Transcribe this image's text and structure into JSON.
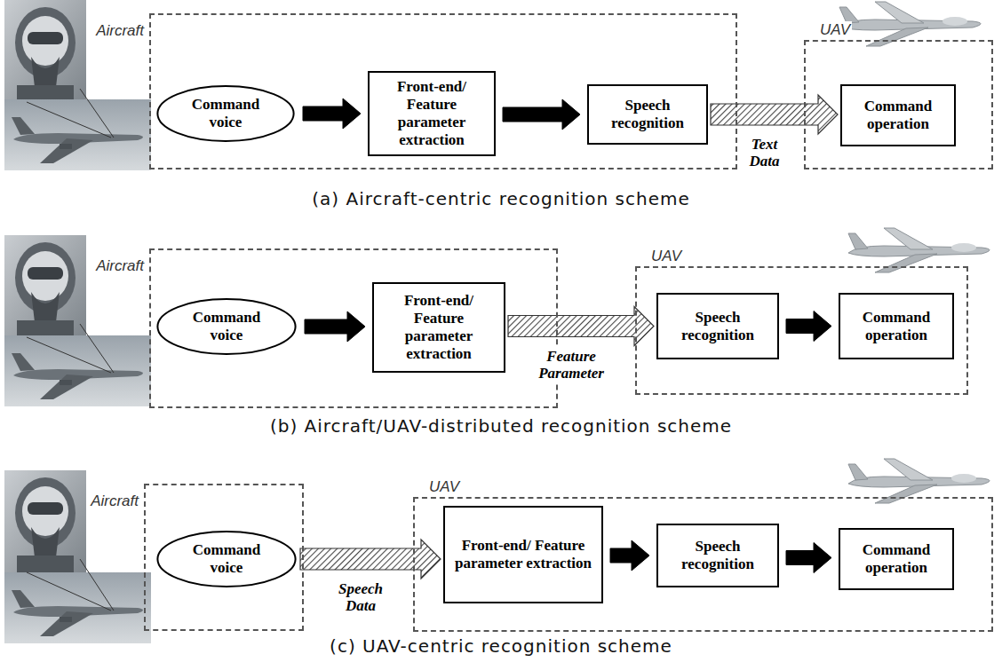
{
  "diagram": {
    "nodes": [
      {
        "text": [
          "Aircraft"
        ]
      },
      {
        "text": [
          "Command voice"
        ],
        "in": 0
      },
      {
        "text": [
          "Front-end/ Feature parameter extraction"
        ],
        "in": 0
      },
      {
        "text": [
          "Speech recognition"
        ],
        "in": 0
      },
      {
        "text": [
          "UAV"
        ]
      },
      {
        "text": [
          "Command operation"
        ],
        "in": 4
      },
      {
        "text": [
          "Aircraft"
        ]
      },
      {
        "text": [
          "Command voice"
        ],
        "in": 6
      },
      {
        "text": [
          "Front-end/ Feature parameter extraction"
        ],
        "in": 6
      },
      {
        "text": [
          "UAV"
        ]
      },
      {
        "text": [
          "Speech recognition"
        ],
        "in": 9
      },
      {
        "text": [
          "Command operation"
        ],
        "in": 9
      },
      {
        "text": [
          "Aircraft"
        ]
      },
      {
        "text": [
          "Command voice"
        ],
        "in": 12
      },
      {
        "text": [
          "UAV"
        ]
      },
      {
        "text": [
          "Front-end/ Feature parameter extraction"
        ],
        "in": 14
      },
      {
        "text": [
          "Speech recognition"
        ],
        "in": 14
      },
      {
        "text": [
          "Command operation"
        ],
        "in": 14
      }
    ],
    "edges": [
      {
        "from": 1,
        "to": 2,
        "arrow": "to"
      },
      {
        "from": 2,
        "to": 3,
        "arrow": "to"
      },
      {
        "from": 3,
        "to": 5,
        "arrow": "to",
        "label": "Text Data"
      },
      {
        "from": 7,
        "to": 8,
        "arrow": "to"
      },
      {
        "from": 8,
        "to": 10,
        "arrow": "to",
        "label": "Feature Parameter"
      },
      {
        "from": 10,
        "to": 11,
        "arrow": "to"
      },
      {
        "from": 13,
        "to": 15,
        "arrow": "to",
        "label": "Speech Data"
      },
      {
        "from": 15,
        "to": 16,
        "arrow": "to"
      },
      {
        "from": 16,
        "to": 17,
        "arrow": "to"
      }
    ],
    "labels": [
      "(a) Aircraft-centric recognition scheme",
      "(b) Aircraft/UAV-distributed recognition scheme",
      "(c) UAV-centric recognition scheme"
    ]
  }
}
